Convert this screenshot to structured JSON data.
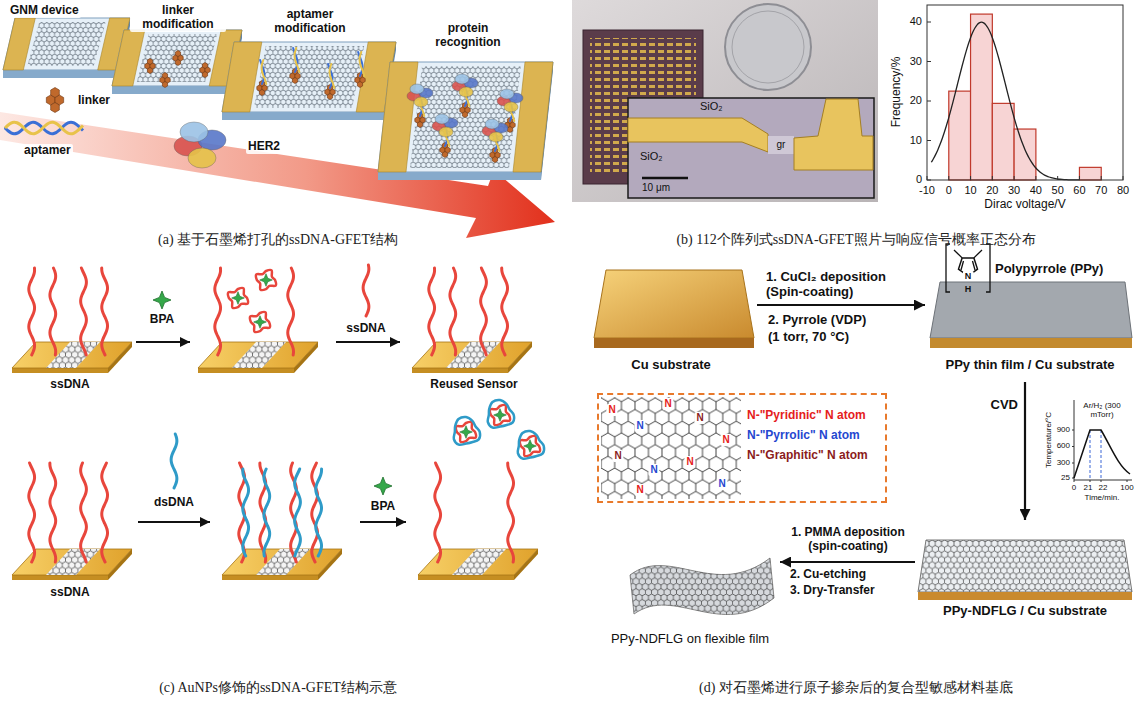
{
  "diagram": {
    "nodes": [
      {
        "text": [
          "Cu substrate"
        ]
      },
      {
        "text": [
          "Polypyrrole (PPy)",
          "PPy thin film / Cu substrate"
        ]
      },
      {
        "text": [
          "PPy-NDFLG / Cu substrate"
        ]
      },
      {
        "text": [
          "N-\"Pyridinic\" N atom",
          "N-\"Pyrrolic\" N atom",
          "N-\"Graphitic\" N atom"
        ]
      },
      {
        "text": [
          "PPy-NDFLG on flexible film"
        ]
      }
    ],
    "edges": [
      {
        "from": 0,
        "to": 1,
        "arrow": "to",
        "label": "1. CuCl₂ deposition (Spin-coating)"
      },
      {
        "from": 1,
        "to": 2,
        "arrow": "to",
        "label": "CVD"
      },
      {
        "from": 2,
        "to": 4,
        "arrow": "to",
        "label": "1. PMMA deposition (spin-coating)"
      }
    ],
    "labels": [
      "GNM device",
      "linker modification",
      "aptamer modification",
      "protein recognition",
      "linker",
      "aptamer",
      "HER2",
      "(a) 基于石墨烯打孔的ssDNA-GFET结构",
      "SiO₂",
      "SiO₂",
      "gr",
      "10 μm",
      "Frequency/%",
      "Dirac voltage/V",
      "0",
      "10",
      "20",
      "30",
      "40",
      "-10",
      "0",
      "10",
      "20",
      "30",
      "40",
      "50",
      "60",
      "70",
      "80",
      "(b) 112个阵列式ssDNA-GFET照片与响应信号概率正态分布",
      "ssDNA",
      "BPA",
      "ssDNA",
      "Reused Sensor",
      "ssDNA",
      "dsDNA",
      "BPA",
      "(c) AuNPs修饰的ssDNA-GFET结构示意",
      "2. Pyrrole (VDP)",
      "(1 torr, 70 °C)",
      "Temperature/°C",
      "Time/min.",
      "Ar/H₂ (300 mTorr)",
      "25",
      "300",
      "600",
      "900",
      "0",
      "21",
      "22",
      "100",
      "2. Cu-etching",
      "3. Dry-Transfer",
      "(d) 对石墨烯进行原子掺杂后的复合型敏感材料基底",
      "H",
      "N",
      "N",
      "N",
      "N",
      "N",
      "N",
      "N",
      "N",
      "N",
      "N",
      "N"
    ]
  }
}
